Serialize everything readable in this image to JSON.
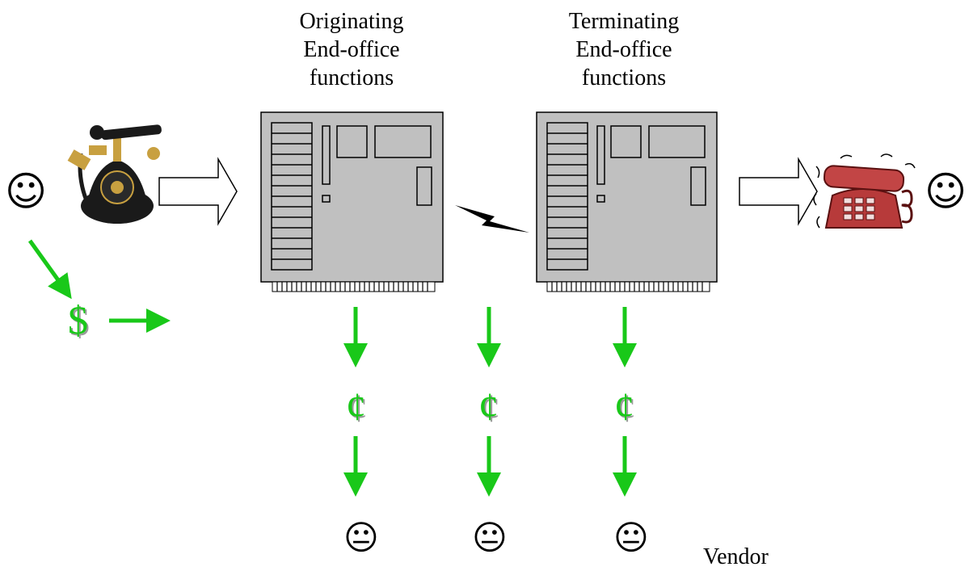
{
  "labels": {
    "originating": [
      "Originating",
      "End-office",
      "functions"
    ],
    "terminating": [
      "Terminating",
      "End-office",
      "functions"
    ],
    "vendor": "Vendor"
  },
  "symbols": {
    "happy_face": "☺",
    "neutral_face": "😐",
    "dollar": "$",
    "cent": "¢"
  },
  "colors": {
    "green": "#19c819",
    "switch_fill": "#c0c0c0",
    "phone_red": "#b73a3a",
    "phone_black": "#1a1a1a",
    "phone_gold": "#c8a040"
  }
}
